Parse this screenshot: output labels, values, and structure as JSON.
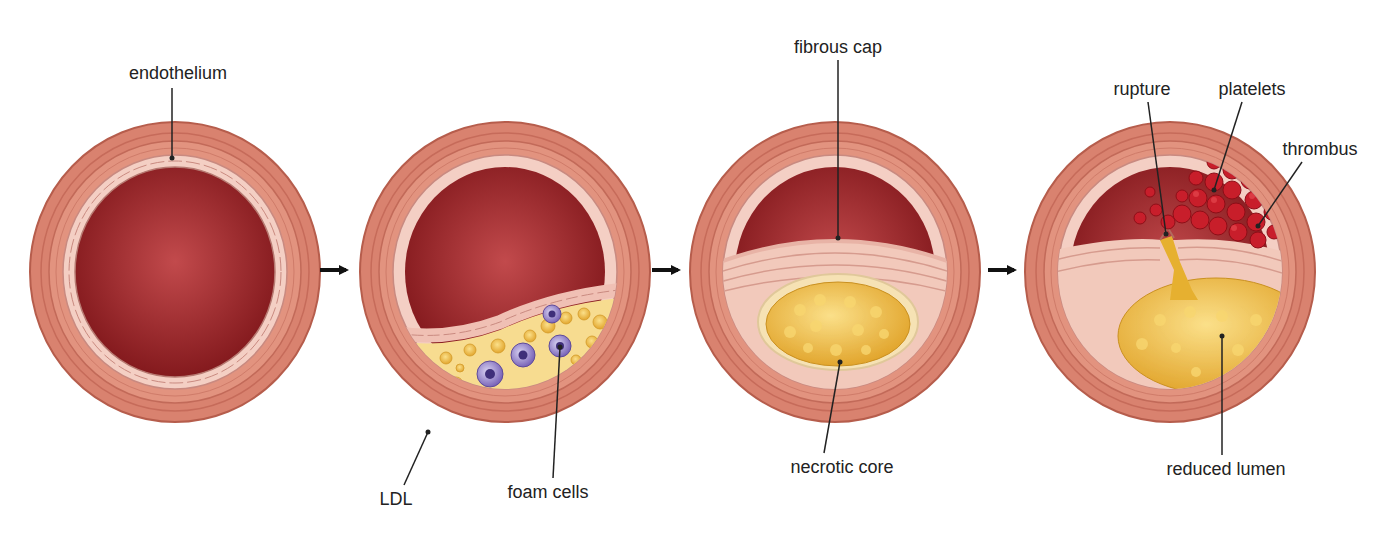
{
  "diagram": {
    "labels": [
      "endothelium",
      "LDL",
      "foam cells",
      "fibrous cap",
      "necrotic core",
      "rupture",
      "platelets",
      "thrombus",
      "reduced lumen"
    ]
  }
}
